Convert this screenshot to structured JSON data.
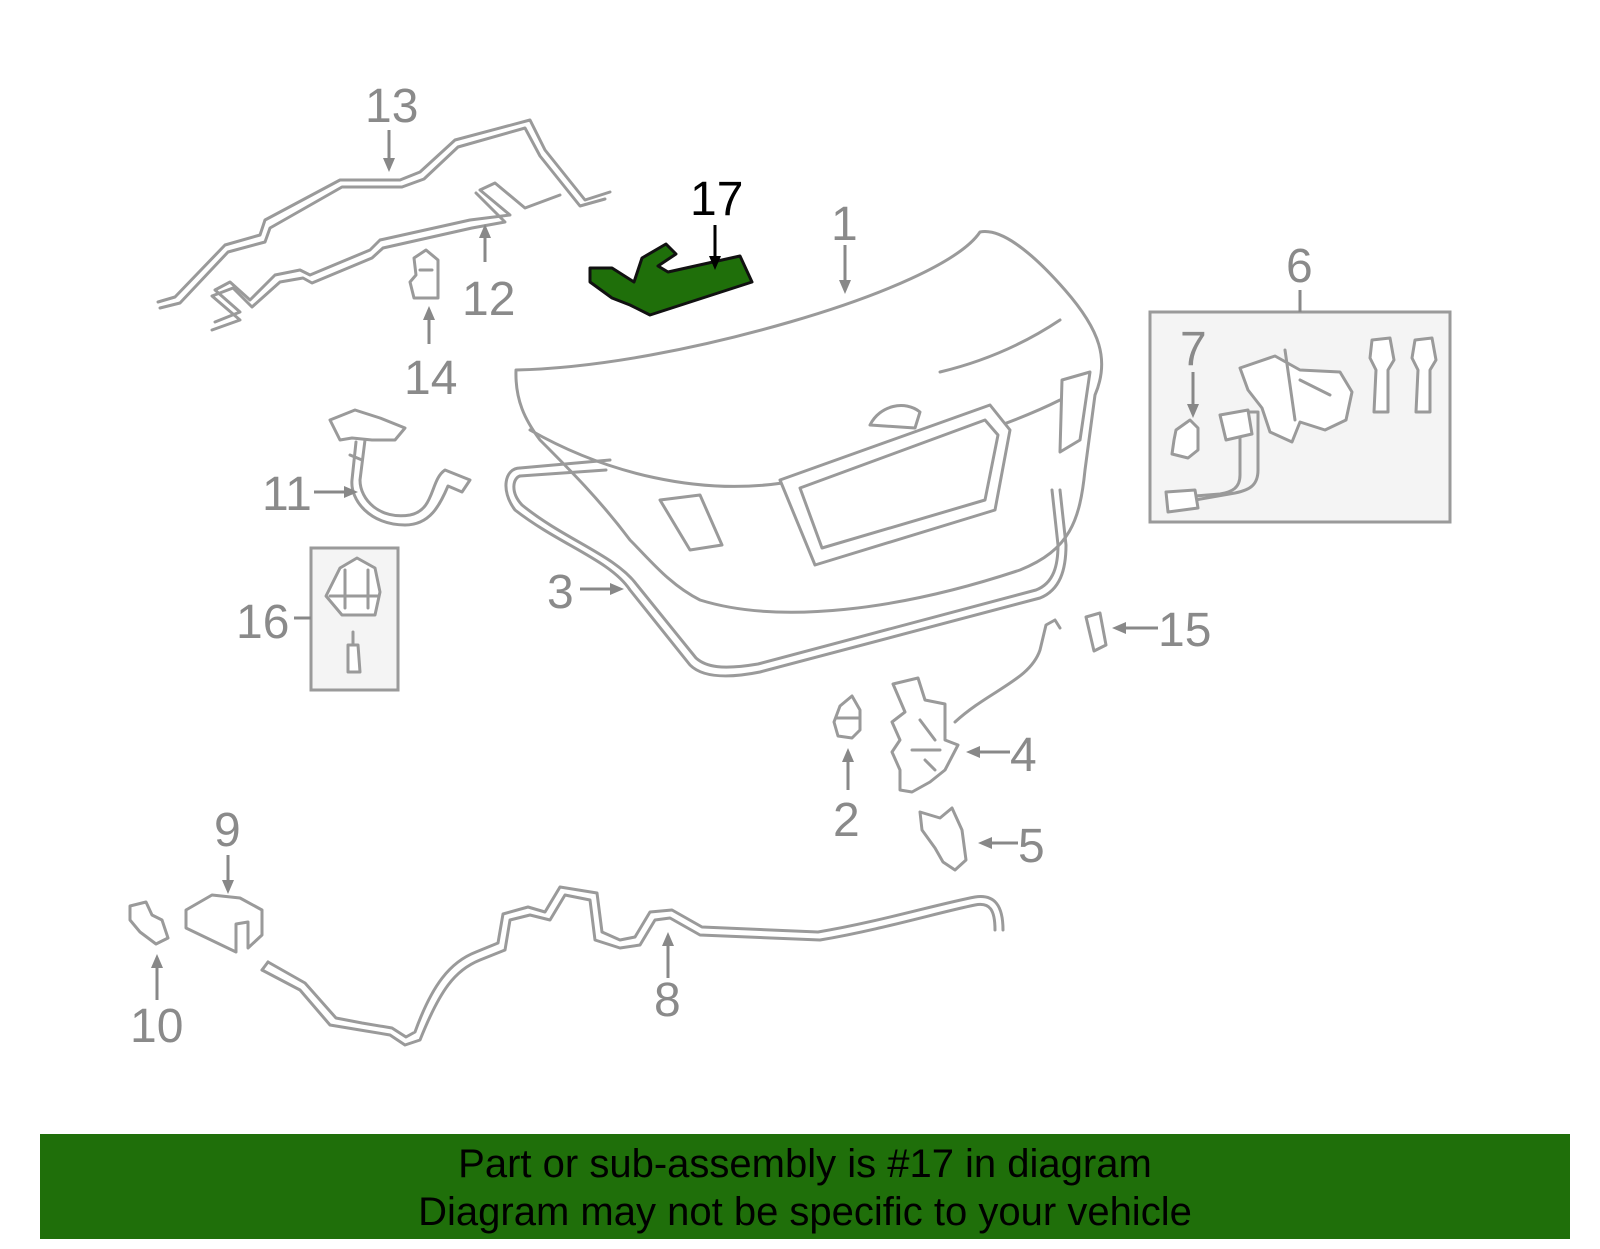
{
  "callouts": {
    "c1": "1",
    "c2": "2",
    "c3": "3",
    "c4": "4",
    "c5": "5",
    "c6": "6",
    "c7": "7",
    "c8": "8",
    "c9": "9",
    "c10": "10",
    "c11": "11",
    "c12": "12",
    "c13": "13",
    "c14": "14",
    "c15": "15",
    "c16": "16",
    "c17": "17"
  },
  "highlighted_part": "17",
  "colors": {
    "highlight": "#1f6f0a",
    "banner": "#1f6f0a",
    "part_line": "#9a9a9a",
    "callout_text": "#8a8a8a"
  },
  "banner": {
    "line1": "Part or sub-assembly is #17 in diagram",
    "line2": "Diagram may not be specific to your vehicle"
  }
}
